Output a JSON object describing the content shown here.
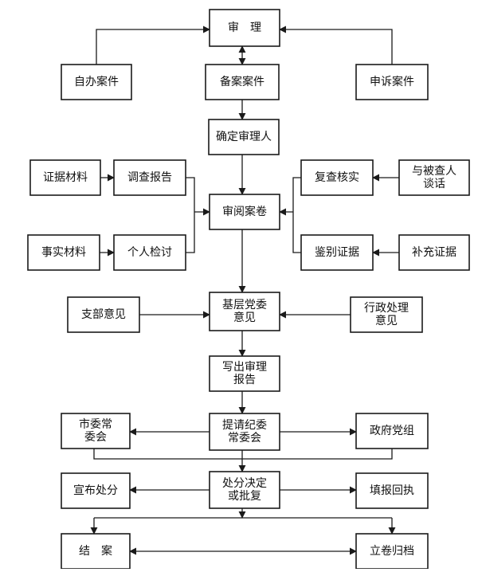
{
  "diagram": {
    "nodes": {
      "shenli": [
        "审　理"
      ],
      "zibananjian": [
        "自办案件"
      ],
      "beiananjian": [
        "备案案件"
      ],
      "shensuanjian": [
        "申诉案件"
      ],
      "queding": [
        "确定审理人"
      ],
      "zhengju": [
        "证据材料"
      ],
      "diaocha": [
        "调查报告"
      ],
      "fucha": [
        "复查核实"
      ],
      "beichaar": [
        "与被查人",
        "谈话"
      ],
      "shenyue": [
        "审阅案卷"
      ],
      "shishi": [
        "事实材料"
      ],
      "geren": [
        "个人检讨"
      ],
      "jianbie": [
        "鉴别证据"
      ],
      "buchong": [
        "补充证据"
      ],
      "zhibu": [
        "支部意见"
      ],
      "jiceng": [
        "基层党委",
        "意见"
      ],
      "xingzheng": [
        "行政处理",
        "意见"
      ],
      "xiechu": [
        "写出审理",
        "报告"
      ],
      "shiwei": [
        "市委常",
        "委会"
      ],
      "tiqing": [
        "提请纪委",
        "常委会"
      ],
      "zhengfu": [
        "政府党组"
      ],
      "xuanbu": [
        "宣布处分"
      ],
      "chufen": [
        "处分决定",
        "或批复"
      ],
      "tianbao": [
        "填报回执"
      ],
      "jiean": [
        "结　案"
      ],
      "lijuan": [
        "立卷归档"
      ]
    }
  }
}
